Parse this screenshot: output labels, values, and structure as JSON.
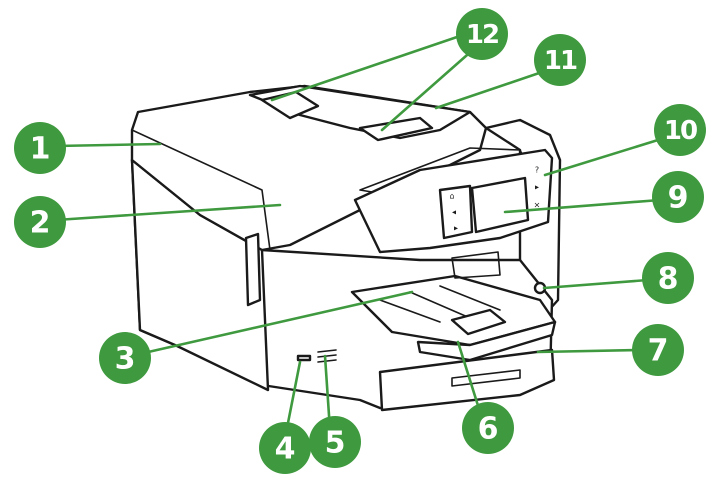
{
  "colors": {
    "callout_fill": "#3f9a3f",
    "callout_text": "#ffffff",
    "outline": "#1a1a1a",
    "background": "#ffffff"
  },
  "callouts": [
    {
      "label": "1"
    },
    {
      "label": "2"
    },
    {
      "label": "3"
    },
    {
      "label": "4"
    },
    {
      "label": "5"
    },
    {
      "label": "6"
    },
    {
      "label": "7"
    },
    {
      "label": "8"
    },
    {
      "label": "9"
    },
    {
      "label": "10"
    },
    {
      "label": "11"
    },
    {
      "label": "12"
    }
  ],
  "panel": {
    "left_icons": [
      "⌂",
      "◂",
      "▸"
    ],
    "right_icons": [
      "?",
      "▸",
      "×"
    ]
  }
}
